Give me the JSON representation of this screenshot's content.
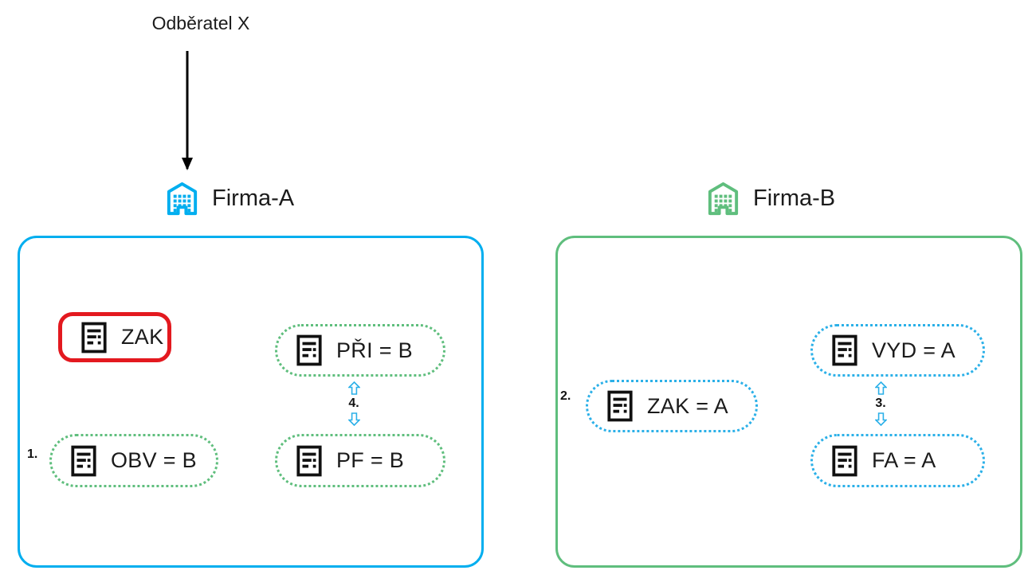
{
  "diagram": {
    "customer_label": "Odběratel X",
    "firma_a": {
      "name": "Firma-A",
      "zak": "ZAK",
      "pri": "PŘI = B",
      "obv": "OBV = B",
      "pf": "PF = B",
      "step_obv": "1.",
      "step_pair": "4."
    },
    "firma_b": {
      "name": "Firma-B",
      "zak": "ZAK = A",
      "vyd": "VYD = A",
      "fa": "FA = A",
      "step_zak": "2.",
      "step_pair": "3."
    }
  },
  "colors": {
    "firma_a_accent": "#00AEEF",
    "firma_b_accent": "#5FBE7D",
    "green_dotted": "#5FBE7D",
    "blue_dotted": "#2BB0E8",
    "highlight_red": "#E3191F",
    "connector_black": "#000000",
    "exchange_arrow": "#2BB0E8",
    "text_dark": "#1b1b1b"
  }
}
